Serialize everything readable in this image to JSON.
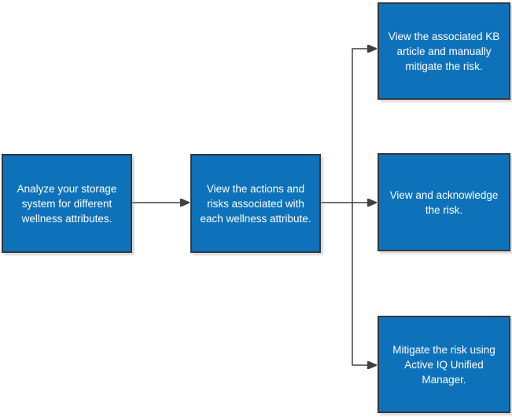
{
  "colors": {
    "node_fill": "#0e72bb",
    "node_border": "#34383d",
    "node_text": "#ffffff",
    "connector": "#404040",
    "background": "#ffffff"
  },
  "nodes": [
    {
      "id": "analyze",
      "label": "Analyze your storage system for different wellness attributes."
    },
    {
      "id": "view-actions",
      "label": "View the actions and risks associated with each wellness attribute."
    },
    {
      "id": "kb-article",
      "label": "View the associated KB article and manually mitigate the risk."
    },
    {
      "id": "acknowledge",
      "label": "View and acknowledge the risk."
    },
    {
      "id": "mitigate-uum",
      "label": "Mitigate the risk using Active IQ Unified Manager."
    }
  ],
  "edges": [
    {
      "from": "analyze",
      "to": "view-actions"
    },
    {
      "from": "view-actions",
      "to": "kb-article"
    },
    {
      "from": "view-actions",
      "to": "acknowledge"
    },
    {
      "from": "view-actions",
      "to": "mitigate-uum"
    }
  ]
}
